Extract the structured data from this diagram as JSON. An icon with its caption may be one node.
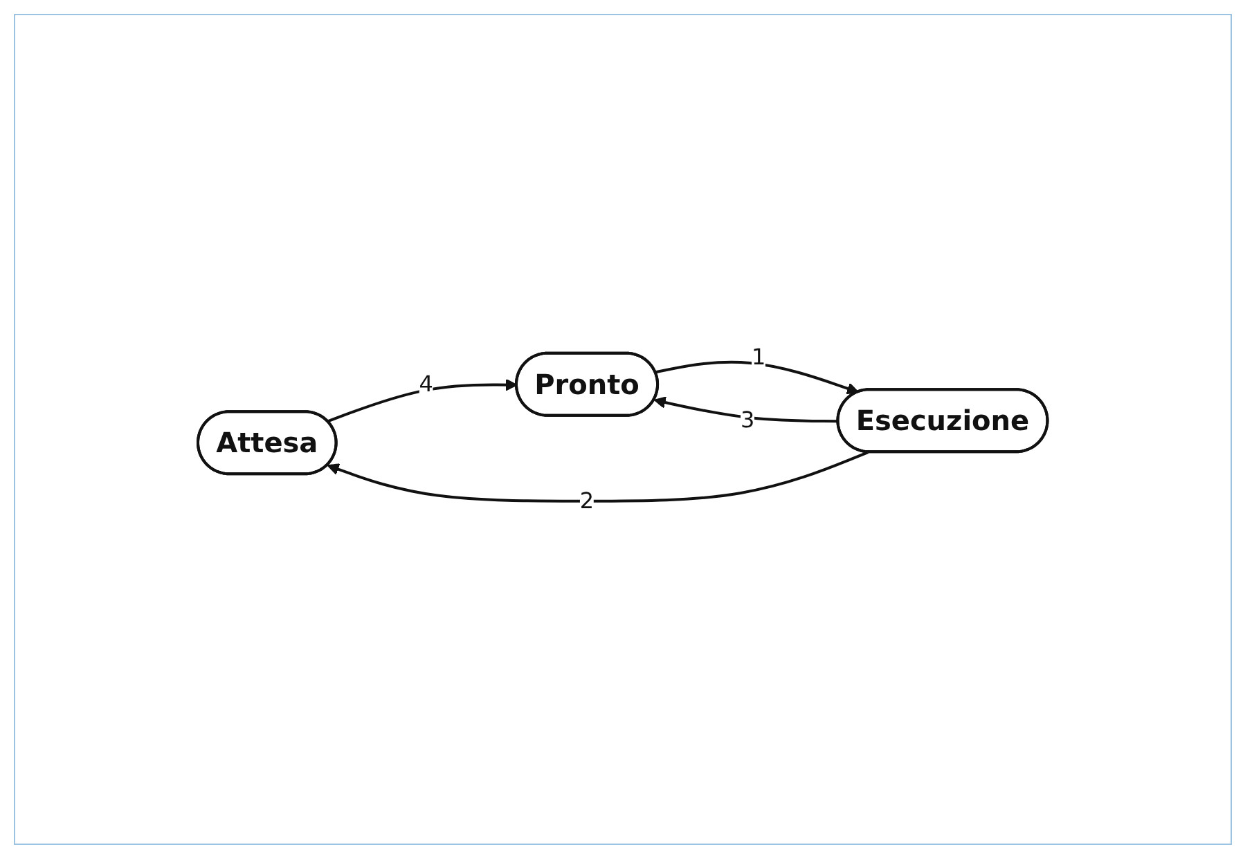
{
  "diagram": {
    "nodes": [
      {
        "text": [
          "Attesa"
        ]
      },
      {
        "text": [
          "Pronto"
        ]
      },
      {
        "text": [
          "Esecuzione"
        ]
      }
    ],
    "edges": [
      {
        "from": 0,
        "to": 1,
        "arrow": "to",
        "label": "4"
      },
      {
        "from": 2,
        "to": 1,
        "arrow": "to",
        "label": "3"
      },
      {
        "from": 2,
        "to": 0,
        "arrow": "to",
        "label": "2"
      },
      {
        "from": 1,
        "to": 2,
        "arrow": "to",
        "label": "1"
      }
    ]
  }
}
